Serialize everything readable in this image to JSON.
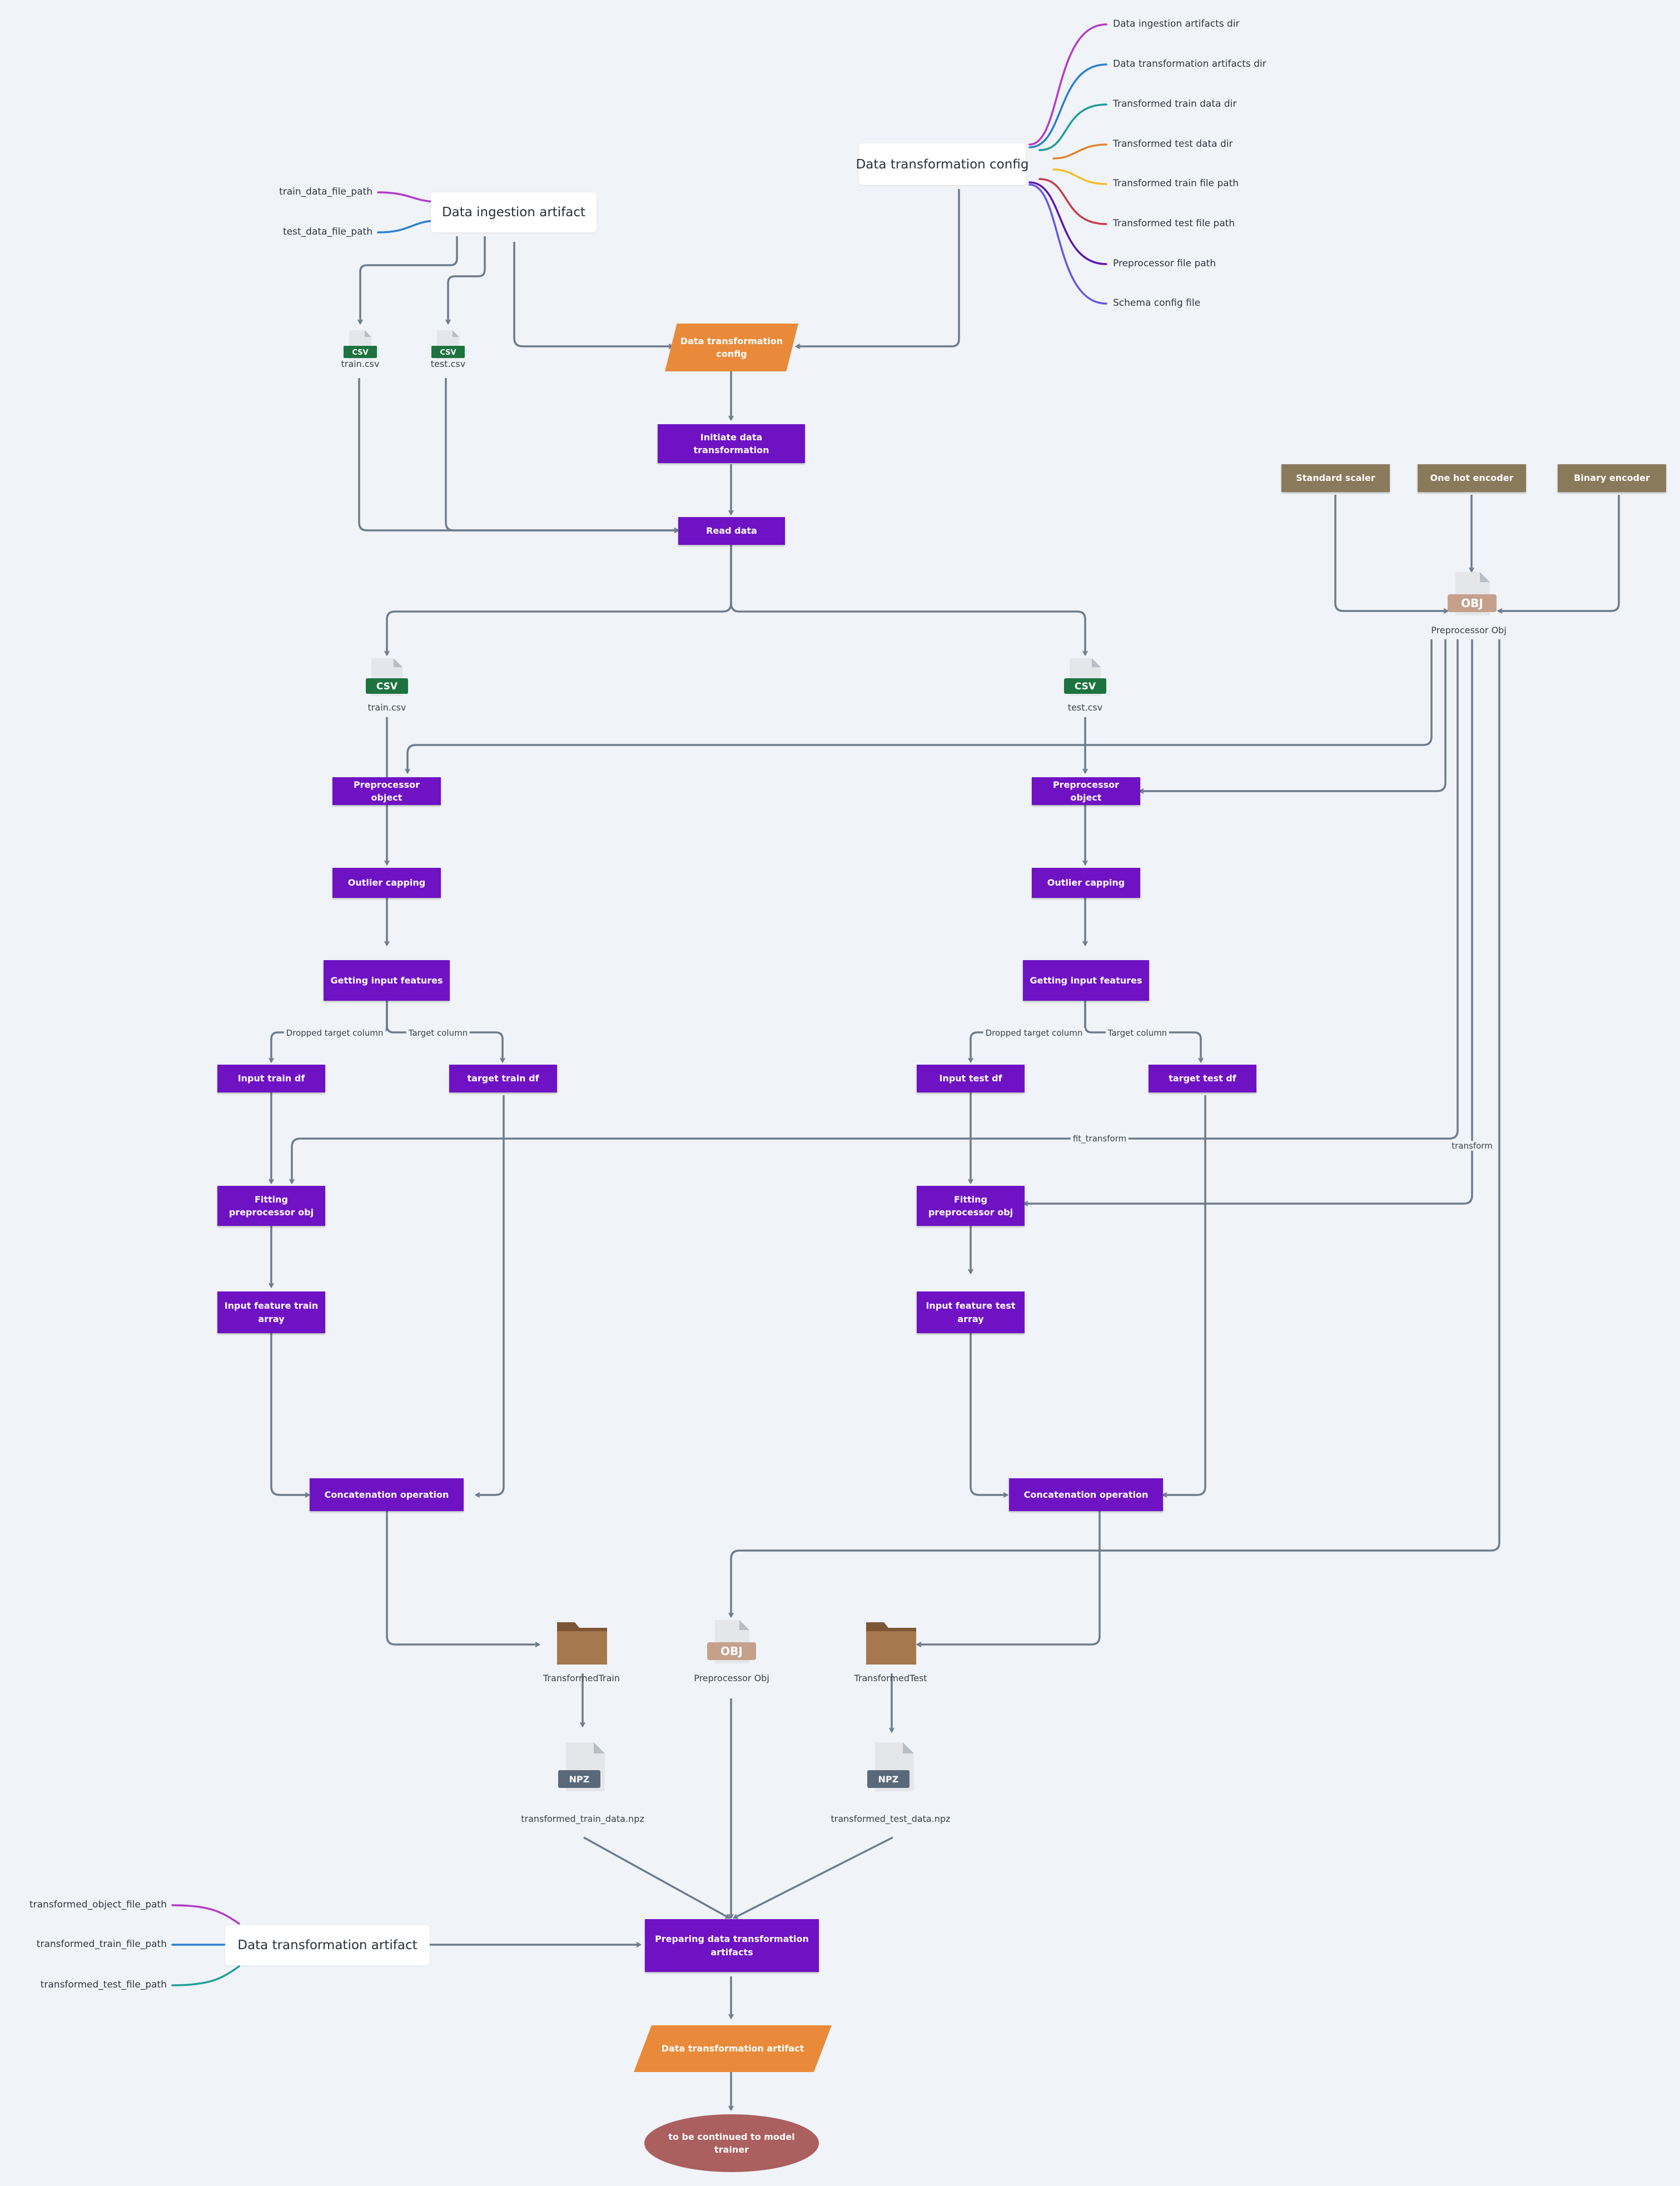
{
  "config_card": {
    "title": "Data transformation config",
    "items": [
      {
        "label": "Data ingestion artifacts dir",
        "color": "#b23bc8"
      },
      {
        "label": "Data transformation artifacts dir",
        "color": "#2a7fcf"
      },
      {
        "label": "Transformed train data dir",
        "color": "#1f9e97"
      },
      {
        "label": "Transformed test data dir",
        "color": "#e5832b"
      },
      {
        "label": "Transformed train file path",
        "color": "#f0bf2a"
      },
      {
        "label": "Transformed test file path",
        "color": "#c43d4c"
      },
      {
        "label": "Preprocessor file path",
        "color": "#5d17b0"
      },
      {
        "label": "Schema config file",
        "color": "#6655e0"
      }
    ]
  },
  "ingestion_card": {
    "title": "Data ingestion artifact",
    "items": [
      {
        "label": "train_data_file_path",
        "color": "#b23bc8"
      },
      {
        "label": "test_data_file_path",
        "color": "#2a7fcf"
      }
    ]
  },
  "artifact_card": {
    "title": "Data transformation artifact",
    "items": [
      {
        "label": "transformed_object_file_path",
        "color": "#b23bc8"
      },
      {
        "label": "transformed_train_file_path",
        "color": "#2a7fcf"
      },
      {
        "label": "transformed_test_file_path",
        "color": "#1f9e97"
      }
    ]
  },
  "nodes": {
    "config_input": "Data transformation config",
    "initiate": "Initiate data transformation",
    "read_data": "Read data",
    "standard_scaler": "Standard scaler",
    "one_hot_encoder": "One hot encoder",
    "binary_encoder": "Binary encoder",
    "train_preprocessor": "Preprocessor object",
    "test_preprocessor": "Preprocessor object",
    "train_outlier": "Outlier capping",
    "test_outlier": "Outlier capping",
    "train_getting": "Getting input features",
    "test_getting": "Getting input features",
    "input_train_df": "Input train df",
    "target_train_df": "target train df",
    "input_test_df": "Input test df",
    "target_test_df": "target test df",
    "fitting_train": "Fitting preprocessor obj",
    "fitting_test": "Fitting preprocessor obj",
    "feature_train": "Input feature train array",
    "feature_test": "Input feature test array",
    "concat_train": "Concatenation operation",
    "concat_test": "Concatenation operation",
    "preparing": "Preparing data transformation artifacts",
    "artifact_output": "Data transformation artifact",
    "continue": "to be continued to model trainer"
  },
  "files": {
    "csv_train_small": "train.csv",
    "csv_test_small": "test.csv",
    "csv_train": "train.csv",
    "csv_test": "test.csv",
    "preprocessor_obj_top": "Preprocessor Obj",
    "folder_train": "TransformedTrain",
    "preprocessor_obj_bottom": "Preprocessor Obj",
    "folder_test": "TransformedTest",
    "npz_train": "transformed_train_data.npz",
    "npz_test": "transformed_test_data.npz"
  },
  "edge_labels": {
    "dropped_train": "Dropped target column",
    "target_train": "Target column",
    "dropped_test": "Dropped target column",
    "target_test": "Target column",
    "fit_transform": "fit_transform",
    "transform": "transform"
  },
  "icon_badges": {
    "csv": "CSV",
    "obj": "OBJ",
    "npz": "NPZ"
  },
  "colors": {
    "process": "#6f12c4",
    "tool": "#8a7a5c",
    "io": "#e98a3a",
    "terminal": "#ab5f5f",
    "edge": "#6d7b8b",
    "csv": "#1d7340",
    "obj": "#c5a08b",
    "folder": "#a6784e",
    "npz": "#59697a",
    "background": "#f0f3f7"
  }
}
